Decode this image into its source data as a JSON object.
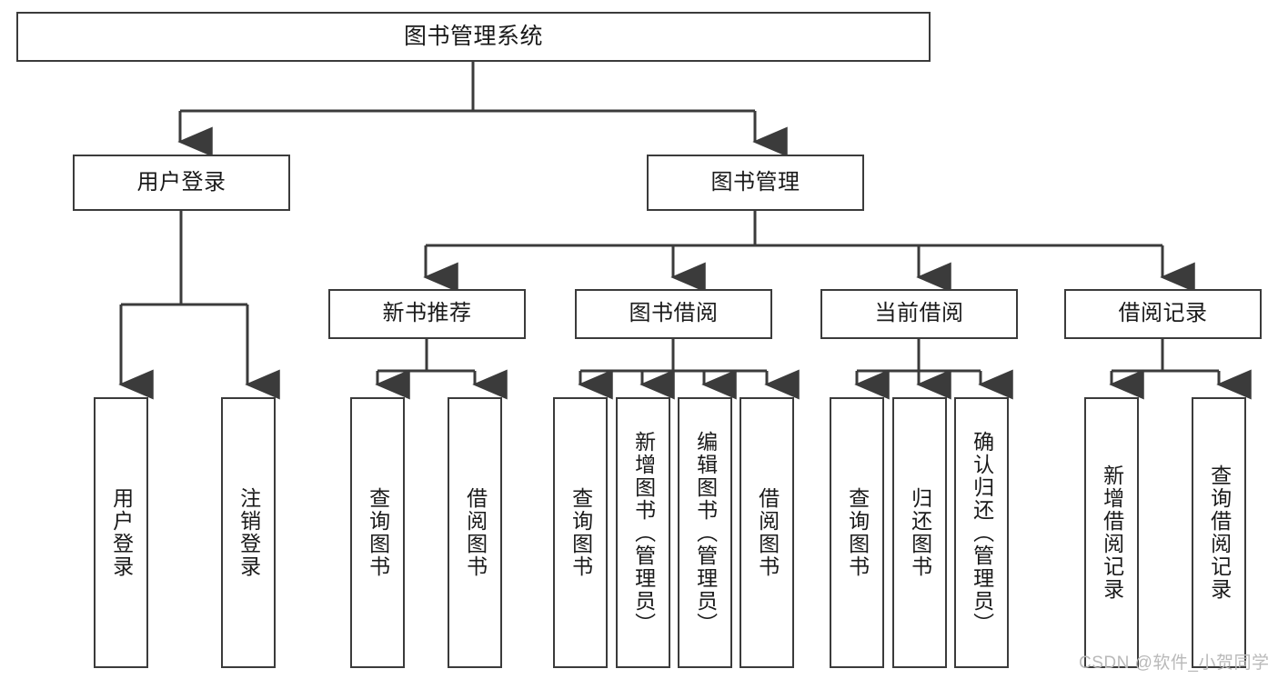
{
  "diagram": {
    "title": "图书管理系统",
    "type": "tree",
    "orientation": "top-down",
    "line_color": "#3b3b3b",
    "box_fill": "#ffffff",
    "text_color": "#1a1a1a",
    "nodes": {
      "root": {
        "label": "图书管理系统"
      },
      "level2": [
        {
          "label": "用户登录"
        },
        {
          "label": "图书管理"
        }
      ],
      "level3": [
        {
          "label": "新书推荐"
        },
        {
          "label": "图书借阅"
        },
        {
          "label": "当前借阅"
        },
        {
          "label": "借阅记录"
        }
      ],
      "leaves": {
        "user_login": [
          {
            "label": "用户登录"
          },
          {
            "label": "注销登录"
          }
        ],
        "new_book_recommend": [
          {
            "label": "查询图书"
          },
          {
            "label": "借阅图书"
          }
        ],
        "book_borrow": [
          {
            "label": "查询图书"
          },
          {
            "label": "新增图书（管理员）"
          },
          {
            "label": "编辑图书（管理员）"
          },
          {
            "label": "借阅图书"
          }
        ],
        "current_borrow": [
          {
            "label": "查询图书"
          },
          {
            "label": "归还图书"
          },
          {
            "label": "确认归还（管理员）"
          }
        ],
        "borrow_record": [
          {
            "label": "新增借阅记录"
          },
          {
            "label": "查询借阅记录"
          }
        ]
      }
    }
  },
  "watermark": {
    "text": "CSDN @软件_小贺同学"
  }
}
